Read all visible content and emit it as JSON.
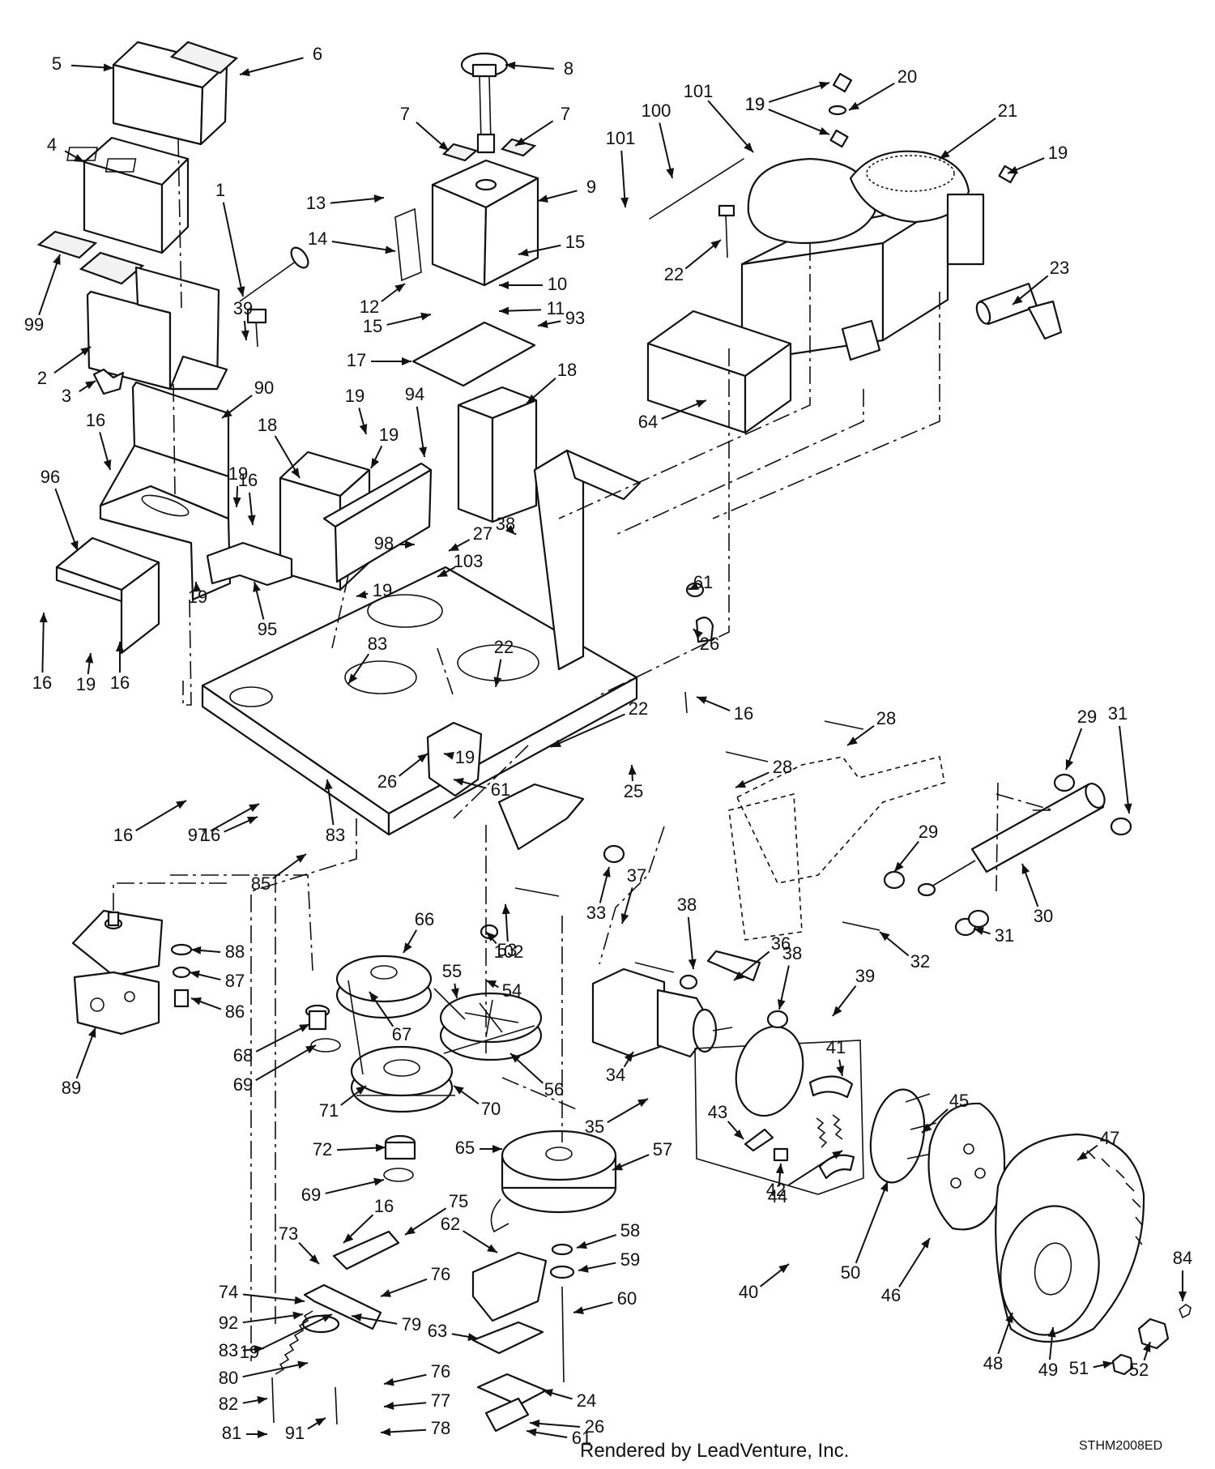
{
  "diagram": {
    "callouts": [
      {
        "id": "c1",
        "label": "1"
      },
      {
        "id": "c2",
        "label": "2"
      },
      {
        "id": "c3",
        "label": "3"
      },
      {
        "id": "c4",
        "label": "4"
      },
      {
        "id": "c5",
        "label": "5"
      },
      {
        "id": "c6",
        "label": "6"
      },
      {
        "id": "c7a",
        "label": "7"
      },
      {
        "id": "c7b",
        "label": "7"
      },
      {
        "id": "c8",
        "label": "8"
      },
      {
        "id": "c9",
        "label": "9"
      },
      {
        "id": "c10",
        "label": "10"
      },
      {
        "id": "c11",
        "label": "11"
      },
      {
        "id": "c12",
        "label": "12"
      },
      {
        "id": "c13",
        "label": "13"
      },
      {
        "id": "c14",
        "label": "14"
      },
      {
        "id": "c15a",
        "label": "15"
      },
      {
        "id": "c15b",
        "label": "15"
      },
      {
        "id": "c16a",
        "label": "16"
      },
      {
        "id": "c16b",
        "label": "16"
      },
      {
        "id": "c16c",
        "label": "16"
      },
      {
        "id": "c16d",
        "label": "16"
      },
      {
        "id": "c16e",
        "label": "16"
      },
      {
        "id": "c16f",
        "label": "16"
      },
      {
        "id": "c16g",
        "label": "16"
      },
      {
        "id": "c16h",
        "label": "16"
      },
      {
        "id": "c17",
        "label": "17"
      },
      {
        "id": "c18a",
        "label": "18"
      },
      {
        "id": "c18b",
        "label": "18"
      },
      {
        "id": "c19a",
        "label": "19"
      },
      {
        "id": "c19b",
        "label": "19"
      },
      {
        "id": "c19c",
        "label": "19"
      },
      {
        "id": "c19d",
        "label": "19"
      },
      {
        "id": "c19e",
        "label": "19"
      },
      {
        "id": "c19f",
        "label": "19"
      },
      {
        "id": "c19g",
        "label": "19"
      },
      {
        "id": "c19h",
        "label": "19"
      },
      {
        "id": "c19i",
        "label": "19"
      },
      {
        "id": "c19j",
        "label": "19"
      },
      {
        "id": "c19k",
        "label": "19"
      },
      {
        "id": "c20",
        "label": "20"
      },
      {
        "id": "c21",
        "label": "21"
      },
      {
        "id": "c22a",
        "label": "22"
      },
      {
        "id": "c22b",
        "label": "22"
      },
      {
        "id": "c22c",
        "label": "22"
      },
      {
        "id": "c23",
        "label": "23"
      },
      {
        "id": "c24",
        "label": "24"
      },
      {
        "id": "c25",
        "label": "25"
      },
      {
        "id": "c26a",
        "label": "26"
      },
      {
        "id": "c26b",
        "label": "26"
      },
      {
        "id": "c26c",
        "label": "26"
      },
      {
        "id": "c27",
        "label": "27"
      },
      {
        "id": "c28a",
        "label": "28"
      },
      {
        "id": "c28b",
        "label": "28"
      },
      {
        "id": "c29a",
        "label": "29"
      },
      {
        "id": "c29b",
        "label": "29"
      },
      {
        "id": "c30",
        "label": "30"
      },
      {
        "id": "c31a",
        "label": "31"
      },
      {
        "id": "c31b",
        "label": "31"
      },
      {
        "id": "c32",
        "label": "32"
      },
      {
        "id": "c33",
        "label": "33"
      },
      {
        "id": "c34",
        "label": "34"
      },
      {
        "id": "c35",
        "label": "35"
      },
      {
        "id": "c36",
        "label": "36"
      },
      {
        "id": "c37",
        "label": "37"
      },
      {
        "id": "c38a",
        "label": "38"
      },
      {
        "id": "c38b",
        "label": "38"
      },
      {
        "id": "c38c",
        "label": "38"
      },
      {
        "id": "c39a",
        "label": "39"
      },
      {
        "id": "c39b",
        "label": "39"
      },
      {
        "id": "c40",
        "label": "40"
      },
      {
        "id": "c41",
        "label": "41"
      },
      {
        "id": "c42",
        "label": "42"
      },
      {
        "id": "c43",
        "label": "43"
      },
      {
        "id": "c44",
        "label": "44"
      },
      {
        "id": "c45",
        "label": "45"
      },
      {
        "id": "c46",
        "label": "46"
      },
      {
        "id": "c47",
        "label": "47"
      },
      {
        "id": "c48",
        "label": "48"
      },
      {
        "id": "c49",
        "label": "49"
      },
      {
        "id": "c50",
        "label": "50"
      },
      {
        "id": "c51",
        "label": "51"
      },
      {
        "id": "c52",
        "label": "52"
      },
      {
        "id": "c53",
        "label": "53"
      },
      {
        "id": "c54",
        "label": "54"
      },
      {
        "id": "c55",
        "label": "55"
      },
      {
        "id": "c56",
        "label": "56"
      },
      {
        "id": "c57",
        "label": "57"
      },
      {
        "id": "c58",
        "label": "58"
      },
      {
        "id": "c59",
        "label": "59"
      },
      {
        "id": "c60",
        "label": "60"
      },
      {
        "id": "c61a",
        "label": "61"
      },
      {
        "id": "c61b",
        "label": "61"
      },
      {
        "id": "c61c",
        "label": "61"
      },
      {
        "id": "c62",
        "label": "62"
      },
      {
        "id": "c63",
        "label": "63"
      },
      {
        "id": "c64",
        "label": "64"
      },
      {
        "id": "c65",
        "label": "65"
      },
      {
        "id": "c66",
        "label": "66"
      },
      {
        "id": "c67",
        "label": "67"
      },
      {
        "id": "c68",
        "label": "68"
      },
      {
        "id": "c69a",
        "label": "69"
      },
      {
        "id": "c69b",
        "label": "69"
      },
      {
        "id": "c70",
        "label": "70"
      },
      {
        "id": "c71",
        "label": "71"
      },
      {
        "id": "c72",
        "label": "72"
      },
      {
        "id": "c73",
        "label": "73"
      },
      {
        "id": "c74",
        "label": "74"
      },
      {
        "id": "c75",
        "label": "75"
      },
      {
        "id": "c76a",
        "label": "76"
      },
      {
        "id": "c76b",
        "label": "76"
      },
      {
        "id": "c77",
        "label": "77"
      },
      {
        "id": "c78",
        "label": "78"
      },
      {
        "id": "c79",
        "label": "79"
      },
      {
        "id": "c80",
        "label": "80"
      },
      {
        "id": "c81",
        "label": "81"
      },
      {
        "id": "c82",
        "label": "82"
      },
      {
        "id": "c83a",
        "label": "83"
      },
      {
        "id": "c83b",
        "label": "83"
      },
      {
        "id": "c83c",
        "label": "83"
      },
      {
        "id": "c84",
        "label": "84"
      },
      {
        "id": "c85",
        "label": "85"
      },
      {
        "id": "c86",
        "label": "86"
      },
      {
        "id": "c87",
        "label": "87"
      },
      {
        "id": "c88",
        "label": "88"
      },
      {
        "id": "c89",
        "label": "89"
      },
      {
        "id": "c90",
        "label": "90"
      },
      {
        "id": "c91",
        "label": "91"
      },
      {
        "id": "c92",
        "label": "92"
      },
      {
        "id": "c93",
        "label": "93"
      },
      {
        "id": "c94",
        "label": "94"
      },
      {
        "id": "c95",
        "label": "95"
      },
      {
        "id": "c96",
        "label": "96"
      },
      {
        "id": "c97",
        "label": "97"
      },
      {
        "id": "c98",
        "label": "98"
      },
      {
        "id": "c99",
        "label": "99"
      },
      {
        "id": "c100",
        "label": "100"
      },
      {
        "id": "c101a",
        "label": "101"
      },
      {
        "id": "c101b",
        "label": "101"
      },
      {
        "id": "c102",
        "label": "102"
      },
      {
        "id": "c103",
        "label": "103"
      }
    ]
  },
  "footer": {
    "credit": "Rendered by LeadVenture, Inc.",
    "drawing_code": "STHM2008ED"
  },
  "colors": {
    "ink": "#111111",
    "paper": "#ffffff"
  }
}
